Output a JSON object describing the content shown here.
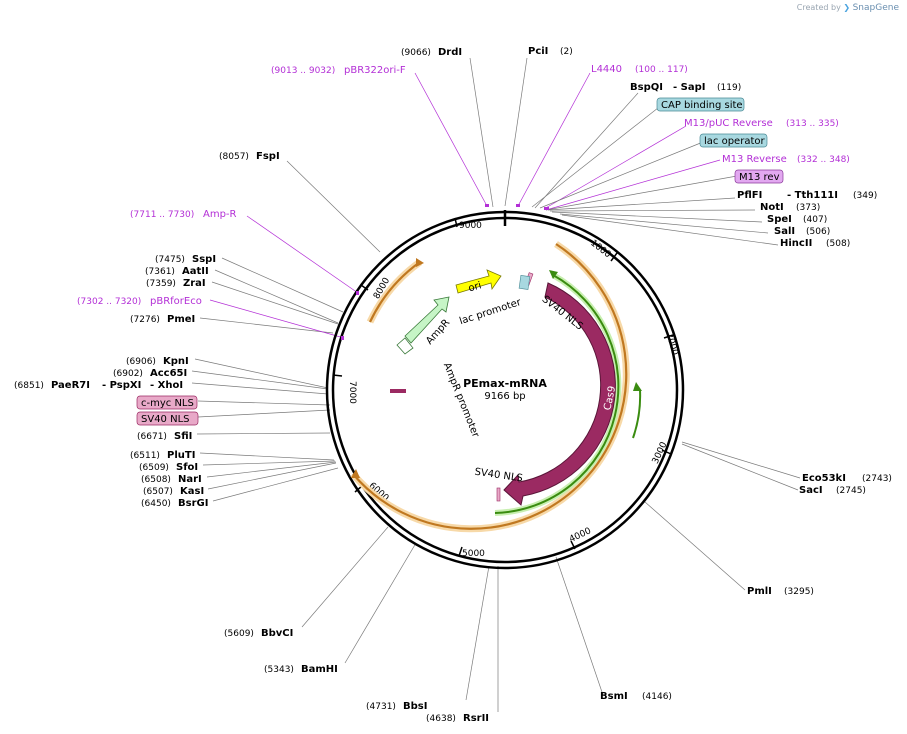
{
  "credit": {
    "prefix": "Created by",
    "brand": "SnapGene"
  },
  "plasmid": {
    "name": "PEmax-mRNA",
    "size": "9166 bp",
    "length": 9166
  },
  "ticks": [
    "1000",
    "2000",
    "3000",
    "4000",
    "5000",
    "6000",
    "7000",
    "8000",
    "9000"
  ],
  "colors": {
    "cas9": "#9b2a62",
    "promoter": "#c6f5c6",
    "ori": "#ffff00",
    "nls": "#e8a9c8",
    "orange": "#f0a030",
    "green": "#3a8c10",
    "primer": "#b32fd6"
  },
  "sites": [
    {
      "name": "DrdI",
      "pos": "(9066)"
    },
    {
      "name": "PciI",
      "pos": "(2)"
    },
    {
      "name": "BspQI",
      "name2": "SapI",
      "pos": "(119)"
    },
    {
      "name": "PflFI",
      "name2": "Tth111I",
      "pos": "(349)"
    },
    {
      "name": "NotI",
      "pos": "(373)"
    },
    {
      "name": "SpeI",
      "pos": "(407)"
    },
    {
      "name": "SalI",
      "pos": "(506)"
    },
    {
      "name": "HincII",
      "pos": "(508)"
    },
    {
      "name": "Eco53kI",
      "pos": "(2743)"
    },
    {
      "name": "SacI",
      "pos": "(2745)"
    },
    {
      "name": "PmlI",
      "pos": "(3295)"
    },
    {
      "name": "BsmI",
      "pos": "(4146)"
    },
    {
      "name": "RsrII",
      "pos": "(4638)"
    },
    {
      "name": "BbsI",
      "pos": "(4731)"
    },
    {
      "name": "BamHI",
      "pos": "(5343)"
    },
    {
      "name": "BbvCI",
      "pos": "(5609)"
    },
    {
      "name": "BsrGI",
      "pos": "(6450)"
    },
    {
      "name": "KasI",
      "pos": "(6507)"
    },
    {
      "name": "NarI",
      "pos": "(6508)"
    },
    {
      "name": "SfoI",
      "pos": "(6509)"
    },
    {
      "name": "PluTI",
      "pos": "(6511)"
    },
    {
      "name": "SfiI",
      "pos": "(6671)"
    },
    {
      "name": "PaeR7I",
      "name2": "PspXI",
      "name3": "XhoI",
      "pos": "(6851)"
    },
    {
      "name": "Acc65I",
      "pos": "(6902)"
    },
    {
      "name": "KpnI",
      "pos": "(6906)"
    },
    {
      "name": "PmeI",
      "pos": "(7276)"
    },
    {
      "name": "ZraI",
      "pos": "(7359)"
    },
    {
      "name": "AatII",
      "pos": "(7361)"
    },
    {
      "name": "SspI",
      "pos": "(7475)"
    },
    {
      "name": "FspI",
      "pos": "(8057)"
    }
  ],
  "primers": [
    {
      "pos": "(9013 .. 9032)",
      "name": "pBR322ori-F"
    },
    {
      "name": "L4440",
      "pos": "(100 .. 117)"
    },
    {
      "name": "M13/pUC Reverse",
      "pos": "(313 .. 335)"
    },
    {
      "name": "M13 Reverse",
      "pos": "(332 .. 348)"
    },
    {
      "pos": "(7711 .. 7730)",
      "name": "Amp-R"
    },
    {
      "pos": "(7302 .. 7320)",
      "name": "pBRforEco"
    }
  ],
  "boxed_features": [
    {
      "name": "CAP binding site",
      "color": "#a8d8e0"
    },
    {
      "name": "lac operator",
      "color": "#a8d8e0"
    },
    {
      "name": "M13 rev",
      "color": "#e2a8f0"
    },
    {
      "name": "c-myc NLS",
      "color": "#e8a9c8"
    },
    {
      "name": "SV40 NLS",
      "color": "#e8a9c8"
    }
  ],
  "inner_features": {
    "ori": "ori",
    "lac_promoter": "lac promoter",
    "ampr": "AmpR",
    "ampr_promoter": "AmpR promoter",
    "sv40_nls_top": "SV40 NLS",
    "cas9": "Cas9",
    "sv40_nls_bottom": "SV40 NLS"
  }
}
